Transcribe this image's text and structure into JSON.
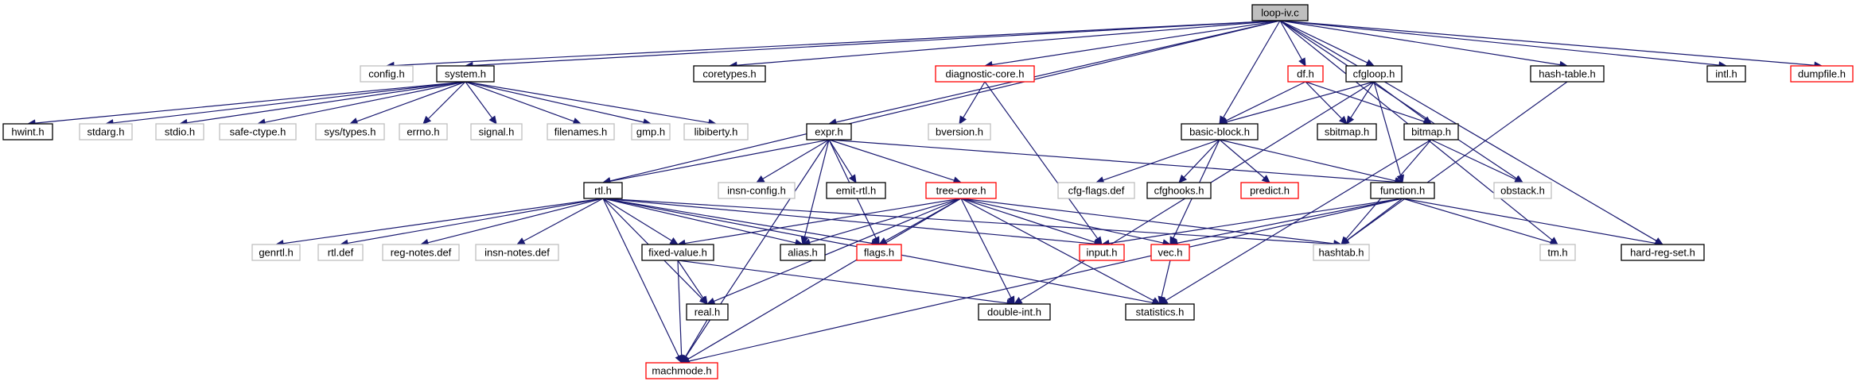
{
  "diagram": {
    "nodes": [
      {
        "id": "loop-iv.c",
        "label": "loop-iv.c",
        "style": "root"
      },
      {
        "id": "config.h",
        "label": "config.h",
        "style": "external"
      },
      {
        "id": "system.h",
        "label": "system.h",
        "style": "normal"
      },
      {
        "id": "coretypes.h",
        "label": "coretypes.h",
        "style": "normal"
      },
      {
        "id": "diagnostic-core.h",
        "label": "diagnostic-core.h",
        "style": "truncated"
      },
      {
        "id": "df.h",
        "label": "df.h",
        "style": "truncated"
      },
      {
        "id": "cfgloop.h",
        "label": "cfgloop.h",
        "style": "normal"
      },
      {
        "id": "hash-table.h",
        "label": "hash-table.h",
        "style": "normal"
      },
      {
        "id": "intl.h",
        "label": "intl.h",
        "style": "normal"
      },
      {
        "id": "dumpfile.h",
        "label": "dumpfile.h",
        "style": "truncated"
      },
      {
        "id": "hwint.h",
        "label": "hwint.h",
        "style": "normal"
      },
      {
        "id": "stdarg.h",
        "label": "stdarg.h",
        "style": "external"
      },
      {
        "id": "stdio.h",
        "label": "stdio.h",
        "style": "external"
      },
      {
        "id": "safe-ctype.h",
        "label": "safe-ctype.h",
        "style": "external"
      },
      {
        "id": "sys/types.h",
        "label": "sys/types.h",
        "style": "external"
      },
      {
        "id": "errno.h",
        "label": "errno.h",
        "style": "external"
      },
      {
        "id": "signal.h",
        "label": "signal.h",
        "style": "external"
      },
      {
        "id": "filenames.h",
        "label": "filenames.h",
        "style": "external"
      },
      {
        "id": "gmp.h",
        "label": "gmp.h",
        "style": "external"
      },
      {
        "id": "libiberty.h",
        "label": "libiberty.h",
        "style": "external"
      },
      {
        "id": "expr.h",
        "label": "expr.h",
        "style": "normal"
      },
      {
        "id": "bversion.h",
        "label": "bversion.h",
        "style": "external"
      },
      {
        "id": "basic-block.h",
        "label": "basic-block.h",
        "style": "normal"
      },
      {
        "id": "sbitmap.h",
        "label": "sbitmap.h",
        "style": "normal"
      },
      {
        "id": "bitmap.h",
        "label": "bitmap.h",
        "style": "normal"
      },
      {
        "id": "rtl.h",
        "label": "rtl.h",
        "style": "normal"
      },
      {
        "id": "insn-config.h",
        "label": "insn-config.h",
        "style": "external"
      },
      {
        "id": "emit-rtl.h",
        "label": "emit-rtl.h",
        "style": "normal"
      },
      {
        "id": "tree-core.h",
        "label": "tree-core.h",
        "style": "truncated"
      },
      {
        "id": "cfg-flags.def",
        "label": "cfg-flags.def",
        "style": "external"
      },
      {
        "id": "cfghooks.h",
        "label": "cfghooks.h",
        "style": "normal"
      },
      {
        "id": "predict.h",
        "label": "predict.h",
        "style": "truncated"
      },
      {
        "id": "function.h",
        "label": "function.h",
        "style": "normal"
      },
      {
        "id": "obstack.h",
        "label": "obstack.h",
        "style": "external"
      },
      {
        "id": "genrtl.h",
        "label": "genrtl.h",
        "style": "external"
      },
      {
        "id": "rtl.def",
        "label": "rtl.def",
        "style": "external"
      },
      {
        "id": "reg-notes.def",
        "label": "reg-notes.def",
        "style": "external"
      },
      {
        "id": "insn-notes.def",
        "label": "insn-notes.def",
        "style": "external"
      },
      {
        "id": "fixed-value.h",
        "label": "fixed-value.h",
        "style": "normal"
      },
      {
        "id": "alias.h",
        "label": "alias.h",
        "style": "normal"
      },
      {
        "id": "flags.h",
        "label": "flags.h",
        "style": "truncated"
      },
      {
        "id": "input.h",
        "label": "input.h",
        "style": "truncated"
      },
      {
        "id": "vec.h",
        "label": "vec.h",
        "style": "truncated"
      },
      {
        "id": "hashtab.h",
        "label": "hashtab.h",
        "style": "external"
      },
      {
        "id": "tm.h",
        "label": "tm.h",
        "style": "external"
      },
      {
        "id": "hard-reg-set.h",
        "label": "hard-reg-set.h",
        "style": "normal"
      },
      {
        "id": "real.h",
        "label": "real.h",
        "style": "normal"
      },
      {
        "id": "double-int.h",
        "label": "double-int.h",
        "style": "normal"
      },
      {
        "id": "statistics.h",
        "label": "statistics.h",
        "style": "normal"
      },
      {
        "id": "machmode.h",
        "label": "machmode.h",
        "style": "truncated"
      }
    ],
    "edges": [
      [
        "loop-iv.c",
        "config.h"
      ],
      [
        "loop-iv.c",
        "system.h"
      ],
      [
        "loop-iv.c",
        "coretypes.h"
      ],
      [
        "loop-iv.c",
        "diagnostic-core.h"
      ],
      [
        "loop-iv.c",
        "df.h"
      ],
      [
        "loop-iv.c",
        "cfgloop.h"
      ],
      [
        "loop-iv.c",
        "hash-table.h"
      ],
      [
        "loop-iv.c",
        "intl.h"
      ],
      [
        "loop-iv.c",
        "dumpfile.h"
      ],
      [
        "loop-iv.c",
        "expr.h"
      ],
      [
        "loop-iv.c",
        "rtl.h"
      ],
      [
        "loop-iv.c",
        "basic-block.h"
      ],
      [
        "loop-iv.c",
        "obstack.h"
      ],
      [
        "loop-iv.c",
        "tm.h"
      ],
      [
        "loop-iv.c",
        "hard-reg-set.h"
      ],
      [
        "system.h",
        "hwint.h"
      ],
      [
        "system.h",
        "stdarg.h"
      ],
      [
        "system.h",
        "stdio.h"
      ],
      [
        "system.h",
        "safe-ctype.h"
      ],
      [
        "system.h",
        "sys/types.h"
      ],
      [
        "system.h",
        "errno.h"
      ],
      [
        "system.h",
        "signal.h"
      ],
      [
        "system.h",
        "filenames.h"
      ],
      [
        "system.h",
        "gmp.h"
      ],
      [
        "system.h",
        "libiberty.h"
      ],
      [
        "diagnostic-core.h",
        "bversion.h"
      ],
      [
        "diagnostic-core.h",
        "input.h"
      ],
      [
        "df.h",
        "basic-block.h"
      ],
      [
        "df.h",
        "sbitmap.h"
      ],
      [
        "df.h",
        "bitmap.h"
      ],
      [
        "cfgloop.h",
        "basic-block.h"
      ],
      [
        "cfgloop.h",
        "sbitmap.h"
      ],
      [
        "cfgloop.h",
        "bitmap.h"
      ],
      [
        "cfgloop.h",
        "function.h"
      ],
      [
        "cfgloop.h",
        "double-int.h"
      ],
      [
        "hash-table.h",
        "hashtab.h"
      ],
      [
        "expr.h",
        "rtl.h"
      ],
      [
        "expr.h",
        "insn-config.h"
      ],
      [
        "expr.h",
        "emit-rtl.h"
      ],
      [
        "expr.h",
        "tree-core.h"
      ],
      [
        "expr.h",
        "function.h"
      ],
      [
        "expr.h",
        "alias.h"
      ],
      [
        "expr.h",
        "flags.h"
      ],
      [
        "expr.h",
        "machmode.h"
      ],
      [
        "basic-block.h",
        "cfg-flags.def"
      ],
      [
        "basic-block.h",
        "cfghooks.h"
      ],
      [
        "basic-block.h",
        "predict.h"
      ],
      [
        "basic-block.h",
        "function.h"
      ],
      [
        "basic-block.h",
        "vec.h"
      ],
      [
        "bitmap.h",
        "obstack.h"
      ],
      [
        "bitmap.h",
        "hashtab.h"
      ],
      [
        "bitmap.h",
        "statistics.h"
      ],
      [
        "rtl.h",
        "genrtl.h"
      ],
      [
        "rtl.h",
        "rtl.def"
      ],
      [
        "rtl.h",
        "reg-notes.def"
      ],
      [
        "rtl.h",
        "insn-notes.def"
      ],
      [
        "rtl.h",
        "fixed-value.h"
      ],
      [
        "rtl.h",
        "alias.h"
      ],
      [
        "rtl.h",
        "flags.h"
      ],
      [
        "rtl.h",
        "input.h"
      ],
      [
        "rtl.h",
        "hashtab.h"
      ],
      [
        "rtl.h",
        "real.h"
      ],
      [
        "rtl.h",
        "statistics.h"
      ],
      [
        "rtl.h",
        "machmode.h"
      ],
      [
        "tree-core.h",
        "fixed-value.h"
      ],
      [
        "tree-core.h",
        "alias.h"
      ],
      [
        "tree-core.h",
        "flags.h"
      ],
      [
        "tree-core.h",
        "input.h"
      ],
      [
        "tree-core.h",
        "vec.h"
      ],
      [
        "tree-core.h",
        "hashtab.h"
      ],
      [
        "tree-core.h",
        "real.h"
      ],
      [
        "tree-core.h",
        "double-int.h"
      ],
      [
        "tree-core.h",
        "statistics.h"
      ],
      [
        "tree-core.h",
        "machmode.h"
      ],
      [
        "function.h",
        "input.h"
      ],
      [
        "function.h",
        "vec.h"
      ],
      [
        "function.h",
        "hashtab.h"
      ],
      [
        "function.h",
        "tm.h"
      ],
      [
        "function.h",
        "hard-reg-set.h"
      ],
      [
        "function.h",
        "machmode.h"
      ],
      [
        "fixed-value.h",
        "real.h"
      ],
      [
        "fixed-value.h",
        "double-int.h"
      ],
      [
        "fixed-value.h",
        "machmode.h"
      ],
      [
        "vec.h",
        "statistics.h"
      ],
      [
        "real.h",
        "machmode.h"
      ]
    ]
  },
  "colors": {
    "edge": "#191970",
    "root_fill": "#bfbfbf",
    "normal_border": "#000000",
    "truncated_border": "#ff0000",
    "external_border": "#bfbfbf",
    "node_fill": "#ffffff"
  }
}
